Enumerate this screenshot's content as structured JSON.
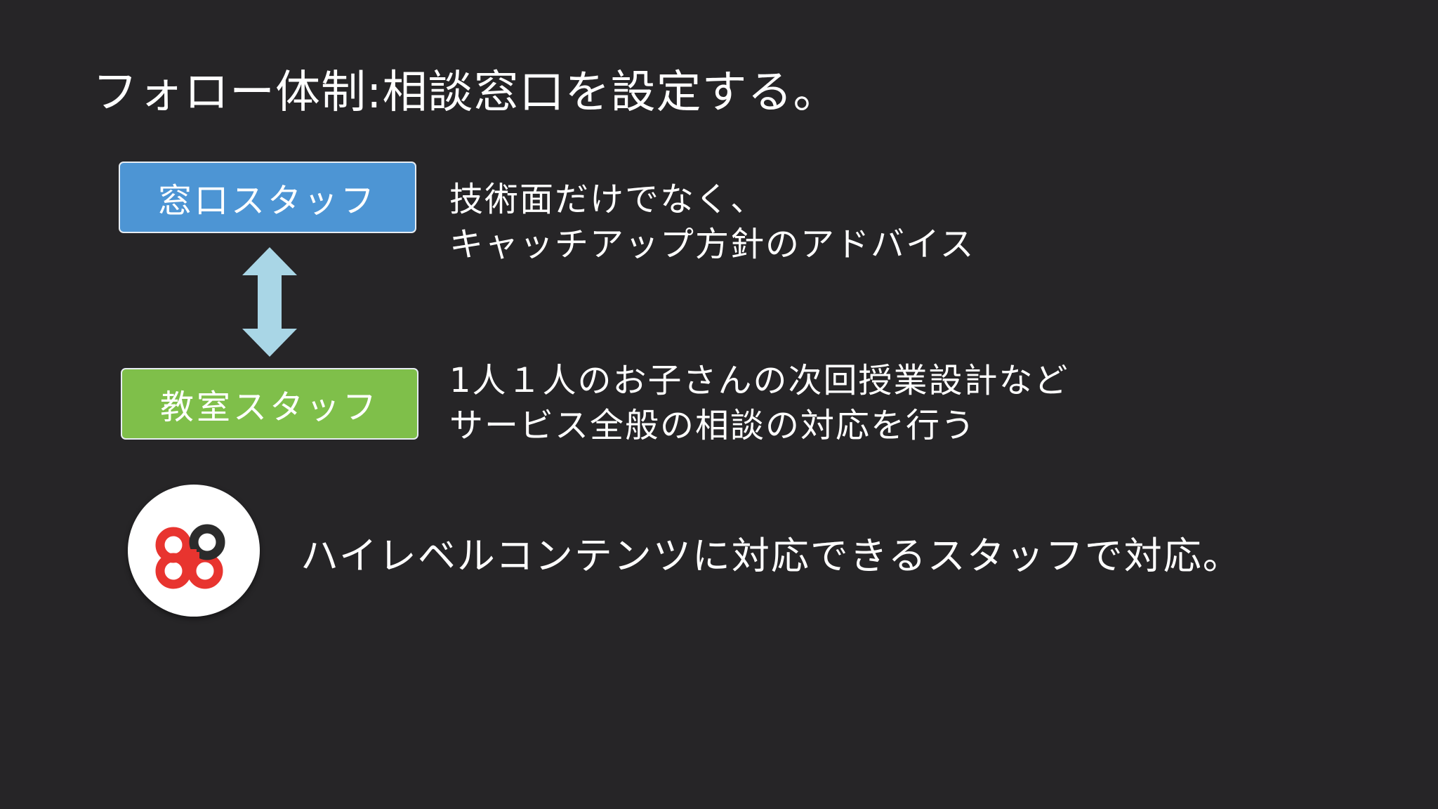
{
  "slide": {
    "title": "フォロー体制:相談窓口を設定する。",
    "window_staff": {
      "label": "窓口スタッフ",
      "color": "#4d95d4",
      "description": [
        "技術面だけでなく、",
        "キャッチアップ方針のアドバイス"
      ]
    },
    "classroom_staff": {
      "label": "教室スタッフ",
      "color": "#7fbf4a",
      "description": [
        "1人１人のお子さんの次回授業設計など",
        "サービス全般の相談の対応を行う"
      ]
    },
    "arrow_icon": "double-arrow-vertical-icon",
    "arrow_color": "#a9d6e6",
    "logo_icon": "quatrefoil-logo-icon",
    "logo_colors": [
      "#e8342f",
      "#2b2b2b"
    ],
    "bottom_note": "ハイレベルコンテンツに対応できるスタッフで対応。",
    "background_color": "#262527"
  }
}
